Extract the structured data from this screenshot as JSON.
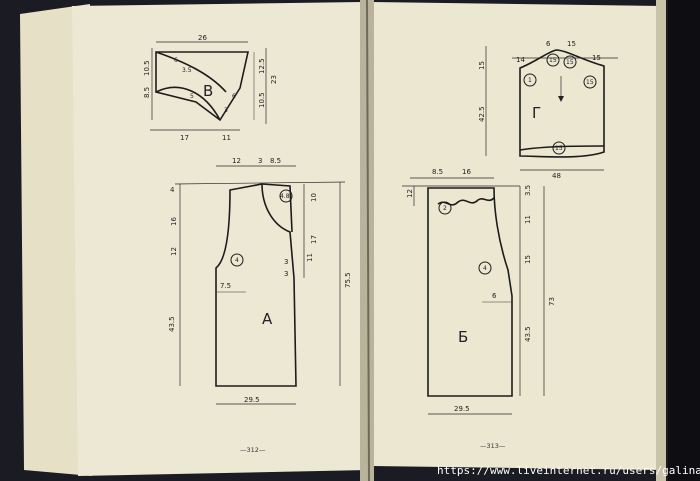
{
  "pattern_b": {
    "letter": "В",
    "dims": {
      "top": "26",
      "left_outer": "10.5",
      "left_inner": "8.5",
      "right_upper": "12.5",
      "right_total": "23",
      "right_lower": "10.5",
      "bottom_left": "17",
      "bottom_right": "11",
      "inner_a": "3.5",
      "inner_b": "6",
      "inner_c": "5",
      "inner_d": "6",
      "inner_e": "3"
    }
  },
  "pattern_a": {
    "letter": "А",
    "dims": {
      "top_a": "12",
      "top_b": "3",
      "top_c": "8.5",
      "left_a": "4",
      "left_b": "16",
      "left_c": "12",
      "left_d": "43.5",
      "right_a": "10",
      "right_b": "17",
      "right_c": "11",
      "right_total": "75.5",
      "collar_a": "3",
      "collar_b": "3",
      "small_left": "7.5",
      "bottom": "29.5"
    },
    "markers": {
      "neck": "4.8",
      "side": "4"
    }
  },
  "pattern_g": {
    "letter": "Г",
    "dims": {
      "top_a": "14",
      "top_b": "6",
      "top_c": "15",
      "top_d": "15",
      "left_a": "15",
      "left_b": "42.5",
      "bottom": "48"
    },
    "markers": {
      "m1": "1",
      "m2": "15",
      "m3": "15",
      "m4": "15",
      "m5": "15"
    }
  },
  "pattern_bb": {
    "letter": "Б",
    "dims": {
      "top_a": "8.5",
      "top_b": "16",
      "left_a": "12",
      "right_a": "3.5",
      "right_b": "11",
      "right_c": "15",
      "right_d": "43.5",
      "right_total": "73",
      "mid": "6",
      "bottom": "29.5"
    },
    "markers": {
      "neck": "2",
      "side": "4"
    }
  },
  "page_numbers": {
    "left": "—312—",
    "right": "—313—"
  },
  "watermark": "https://www.liveinternet.ru/users/galina"
}
